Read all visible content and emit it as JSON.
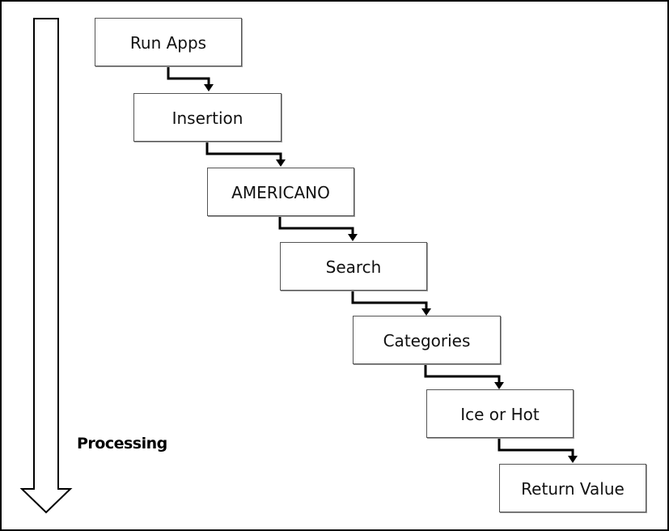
{
  "diagram": {
    "processing_label": "Processing",
    "steps": [
      {
        "label": "Run Apps"
      },
      {
        "label": "Insertion"
      },
      {
        "label": "AMERICANO"
      },
      {
        "label": "Search"
      },
      {
        "label": "Categories"
      },
      {
        "label": "Ice or Hot"
      },
      {
        "label": "Return Value"
      }
    ]
  }
}
